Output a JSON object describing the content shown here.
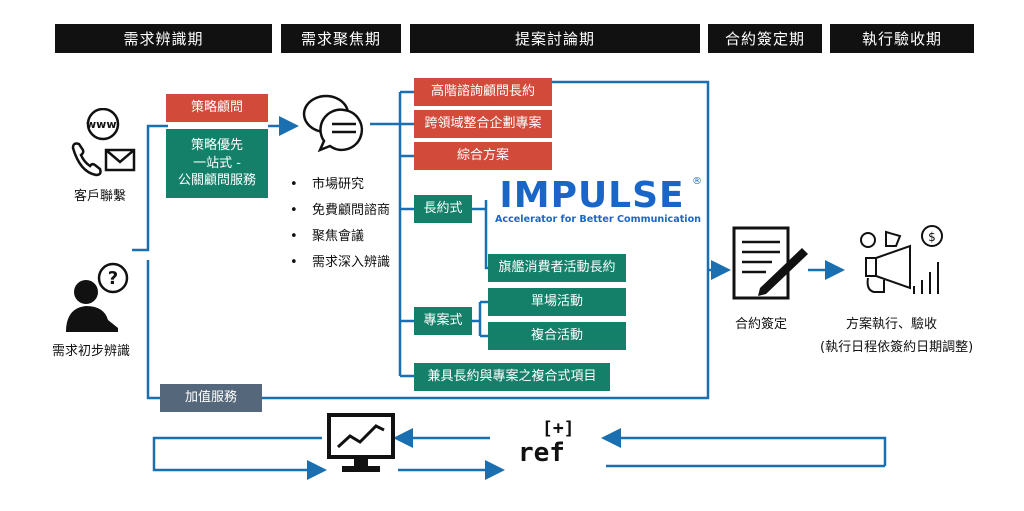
{
  "phases": [
    "需求辨識期",
    "需求聚焦期",
    "提案討論期",
    "合約簽定期",
    "執行驗收期"
  ],
  "left": {
    "contact_label": "客戶聯繫",
    "www_text": "www",
    "initial_label": "需求初步辨識"
  },
  "strategy": {
    "consultant": "策略顧問",
    "service_line1": "策略優先",
    "service_line2": "一站式 -",
    "service_line3": "公關顧問服務"
  },
  "focus_bullets": [
    "市場研究",
    "免費顧問諮商",
    "聚焦會議",
    "需求深入辨識"
  ],
  "proposal": {
    "item1": "高階諮詢顧問長約",
    "item2": "跨領域整合企劃專案",
    "item3": "綜合方案",
    "long_term": "長約式",
    "flagship": "旗艦消費者活動長約",
    "project": "專案式",
    "single_event": "單場活動",
    "compound_event": "複合活動",
    "combined": "兼具長約與專案之複合式項目"
  },
  "impulse": {
    "title": "IMPULSE",
    "subtitle": "Accelerator for Better Communication",
    "registered": "®"
  },
  "value_added": "加值服務",
  "contract_label": "合約簽定",
  "execution_label1": "方案執行、驗收",
  "execution_label2": "(執行日程依簽約日期調整)",
  "ref_logo": {
    "top": "[+]",
    "bottom": "ref"
  },
  "colors": {
    "red": "#d24a3a",
    "green": "#15806a",
    "slate": "#55677a",
    "blue": "#1a6fb0"
  }
}
